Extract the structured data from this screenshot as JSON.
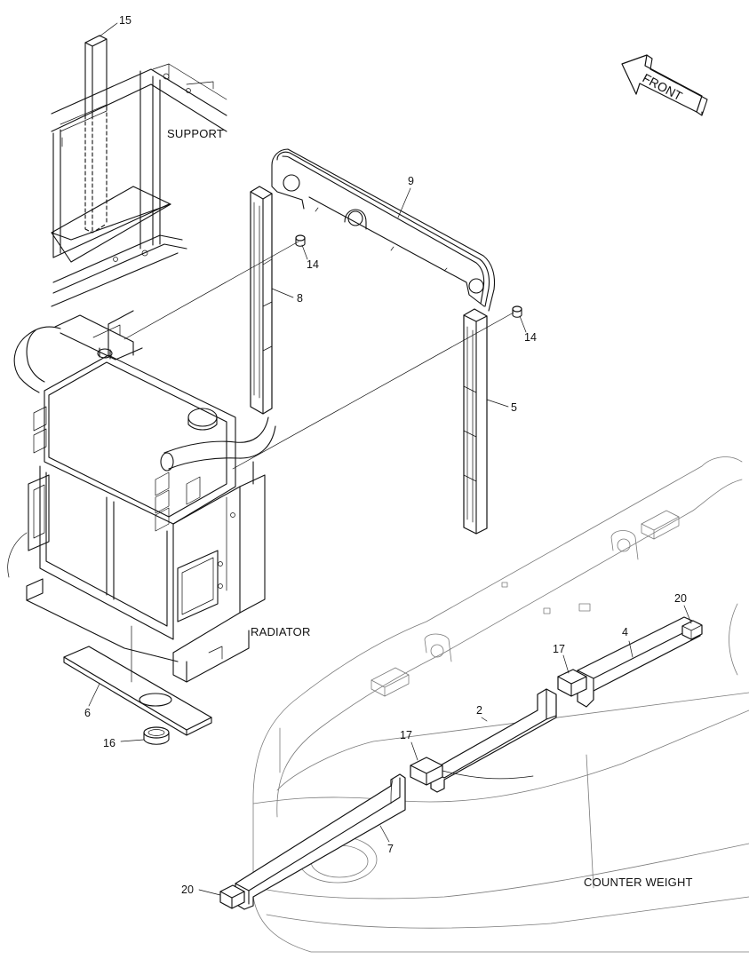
{
  "labels": {
    "support": "SUPPORT",
    "radiator": "RADIATOR",
    "counter_weight": "COUNTER WEIGHT",
    "front": "FRONT"
  },
  "callouts": {
    "c15": "15",
    "c9": "9",
    "c14a": "14",
    "c14b": "14",
    "c8": "8",
    "c5": "5",
    "c20a": "20",
    "c4": "4",
    "c17a": "17",
    "c2": "2",
    "c17b": "17",
    "c6": "6",
    "c16": "16",
    "c7": "7",
    "c20b": "20"
  },
  "colors": {
    "line": "#111111",
    "background": "#ffffff",
    "light_line": "#7a7a7a"
  }
}
